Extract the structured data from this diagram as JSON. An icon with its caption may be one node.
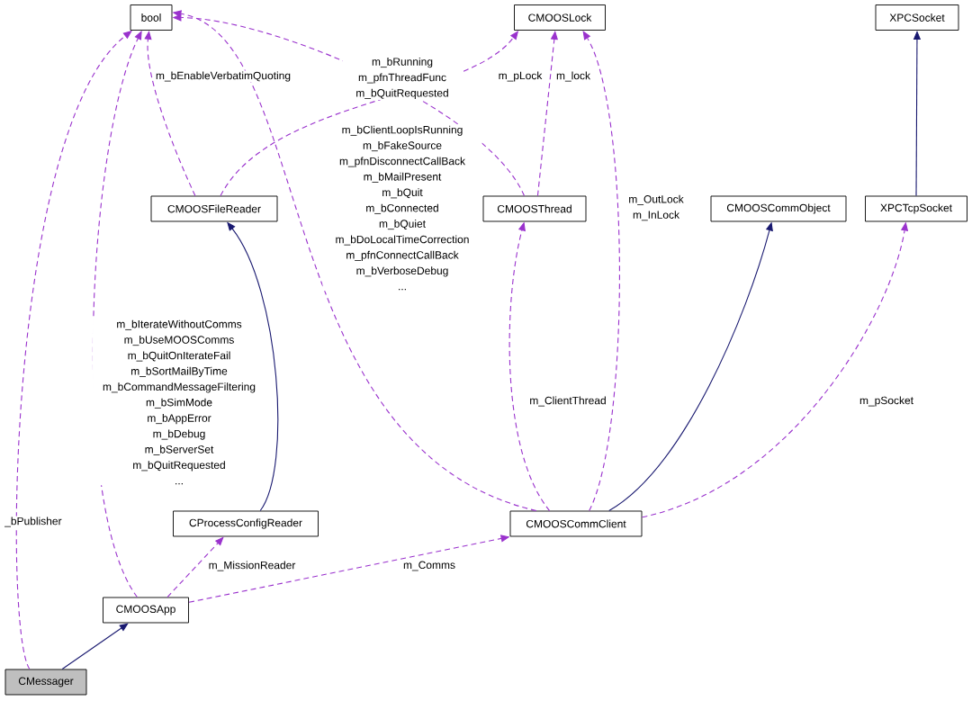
{
  "diagram": {
    "nodes": [
      {
        "text": [
          "bool"
        ]
      },
      {
        "text": [
          "CMOOSLock"
        ]
      },
      {
        "text": [
          "XPCSocket"
        ]
      },
      {
        "text": [
          "CMOOSFileReader"
        ]
      },
      {
        "text": [
          "CMOOSThread"
        ]
      },
      {
        "text": [
          "CMOOSCommObject"
        ]
      },
      {
        "text": [
          "XPCTcpSocket"
        ]
      },
      {
        "text": [
          "CProcessConfigReader"
        ]
      },
      {
        "text": [
          "CMOOSCommClient"
        ]
      },
      {
        "text": [
          "CMOOSApp"
        ]
      },
      {
        "text": [
          "CMessager"
        ]
      }
    ],
    "edges": [
      {
        "from": 10,
        "to": 0,
        "arrow": "to",
        "style": "dashed",
        "label": "_bPublisher"
      },
      {
        "from": 10,
        "to": 9,
        "arrow": "to",
        "color": "#191970"
      },
      {
        "from": 9,
        "to": 0,
        "arrow": "to",
        "style": "dashed",
        "label": "m_bIterateWithoutComms m_bUseMOOSComms m_bQuitOnIterateFail m_bSortMailByTime m_bCommandMessageFiltering m_bSimMode m_bAppError m_bDebug m_bServerSet m_bQuitRequested ..."
      },
      {
        "from": 9,
        "to": 7,
        "arrow": "to",
        "style": "dashed",
        "label": "m_MissionReader"
      },
      {
        "from": 9,
        "to": 8,
        "arrow": "to",
        "style": "dashed",
        "label": "m_Comms"
      },
      {
        "from": 7,
        "to": 3,
        "arrow": "to",
        "color": "#191970"
      },
      {
        "from": 3,
        "to": 0,
        "arrow": "to",
        "style": "dashed",
        "label": "m_bEnableVerbatimQuoting"
      },
      {
        "from": 3,
        "to": 1,
        "arrow": "to",
        "style": "dashed",
        "label": "m_pLock"
      },
      {
        "from": 4,
        "to": 0,
        "arrow": "to",
        "style": "dashed",
        "label": "m_bRunning m_pfnThreadFunc m_bQuitRequested"
      },
      {
        "from": 4,
        "to": 1,
        "arrow": "to",
        "style": "dashed",
        "label": "m_lock"
      },
      {
        "from": 8,
        "to": 0,
        "arrow": "to",
        "style": "dashed",
        "label": "m_bClientLoopIsRunning m_bFakeSource m_pfnDisconnectCallBack m_bMailPresent m_bQuit m_bConnected m_bQuiet m_bDoLocalTimeCorrection m_pfnConnectCallBack m_bVerboseDebug ..."
      },
      {
        "from": 8,
        "to": 4,
        "arrow": "to",
        "style": "dashed",
        "label": "m_ClientThread"
      },
      {
        "from": 8,
        "to": 1,
        "arrow": "to",
        "style": "dashed",
        "label": "m_OutLock m_InLock"
      },
      {
        "from": 8,
        "to": 5,
        "arrow": "to",
        "color": "#191970"
      },
      {
        "from": 8,
        "to": 6,
        "arrow": "to",
        "style": "dashed",
        "label": "m_pSocket"
      },
      {
        "from": 6,
        "to": 2,
        "arrow": "to",
        "color": "#191970"
      }
    ]
  }
}
